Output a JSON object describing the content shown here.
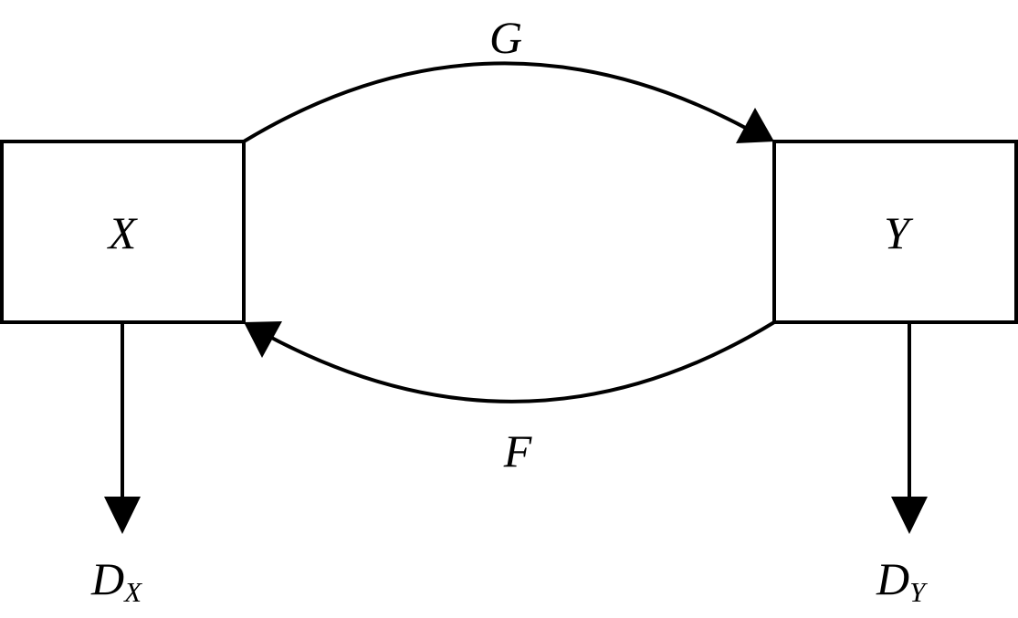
{
  "nodes": {
    "x": {
      "label": "X"
    },
    "y": {
      "label": "Y"
    }
  },
  "edges": {
    "g": {
      "label": "G"
    },
    "f": {
      "label": "F"
    }
  },
  "discriminators": {
    "dx": {
      "label": "D",
      "subscript": "X"
    },
    "dy": {
      "label": "D",
      "subscript": "Y"
    }
  }
}
